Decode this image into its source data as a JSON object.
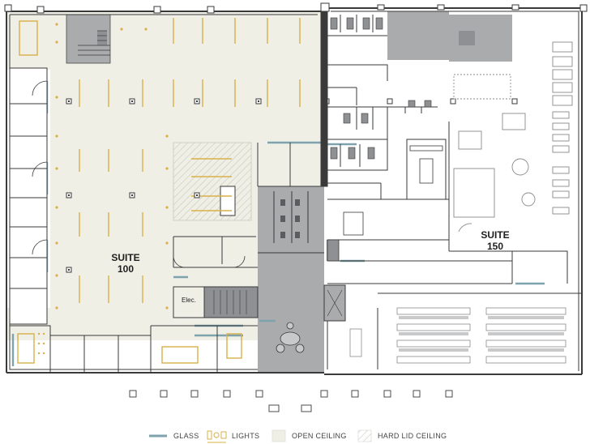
{
  "labels": {
    "suite_100_line1": "SUITE",
    "suite_100_line2": "100",
    "suite_150_line1": "SUITE",
    "suite_150_line2": "150",
    "elec": "Elec."
  },
  "legend": {
    "glass": "GLASS",
    "lights": "LIGHTS",
    "open_ceiling": "OPEN CEILING",
    "hard_lid_ceiling": "HARD LID CEILING"
  },
  "colors": {
    "wall": "#3a3a3a",
    "glass": "#7fa3ad",
    "open_ceiling": "#efefe6",
    "core": "#a9abad",
    "light": "#d8b04a"
  },
  "icons": [
    "glass-swatch-icon",
    "lights-icon",
    "open-ceiling-swatch-icon",
    "hard-lid-ceiling-swatch-icon"
  ]
}
